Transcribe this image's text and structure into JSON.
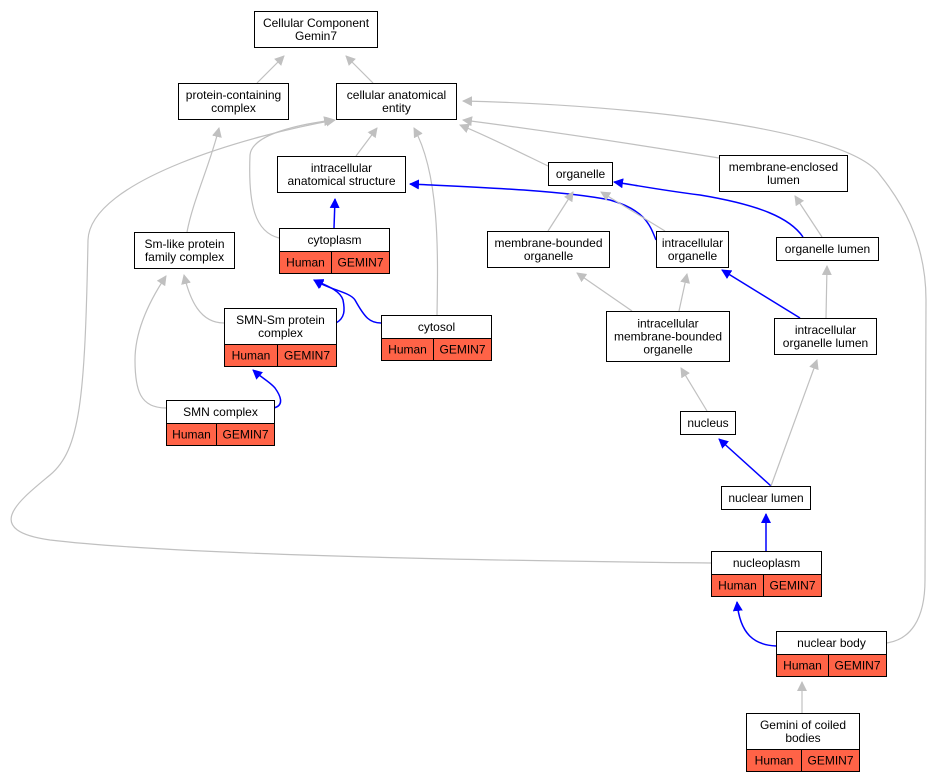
{
  "title": "Cellular Component Gemin7",
  "colors": {
    "edge_gray": "#c0c0c0",
    "edge_blue": "#0000ff",
    "annotation_fill": "#ff6347",
    "node_border": "#000000",
    "node_fill": "#ffffff"
  },
  "nodes": {
    "root": {
      "lines": [
        "Cellular Component",
        "Gemin7"
      ]
    },
    "pcc": {
      "lines": [
        "protein-containing",
        "complex"
      ]
    },
    "cae": {
      "lines": [
        "cellular anatomical",
        "entity"
      ]
    },
    "ias": {
      "lines": [
        "intracellular",
        "anatomical structure"
      ]
    },
    "org": {
      "lines": [
        "organelle"
      ]
    },
    "mel": {
      "lines": [
        "membrane-enclosed",
        "lumen"
      ]
    },
    "smlike": {
      "lines": [
        "Sm-like protein",
        "family complex"
      ]
    },
    "cytoplasm": {
      "lines": [
        "cytoplasm"
      ],
      "annotation": [
        "Human",
        "GEMIN7"
      ]
    },
    "mbo": {
      "lines": [
        "membrane-bounded",
        "organelle"
      ]
    },
    "io": {
      "lines": [
        "intracellular",
        "organelle"
      ]
    },
    "ol": {
      "lines": [
        "organelle lumen"
      ]
    },
    "smnsm": {
      "lines": [
        "SMN-Sm protein",
        "complex"
      ],
      "annotation": [
        "Human",
        "GEMIN7"
      ]
    },
    "cytosol": {
      "lines": [
        "cytosol"
      ],
      "annotation": [
        "Human",
        "GEMIN7"
      ]
    },
    "imbo": {
      "lines": [
        "intracellular",
        "membrane-bounded",
        "organelle"
      ]
    },
    "iol": {
      "lines": [
        "intracellular",
        "organelle lumen"
      ]
    },
    "smn": {
      "lines": [
        "SMN complex"
      ],
      "annotation": [
        "Human",
        "GEMIN7"
      ]
    },
    "nucleus": {
      "lines": [
        "nucleus"
      ]
    },
    "nl": {
      "lines": [
        "nuclear lumen"
      ]
    },
    "np": {
      "lines": [
        "nucleoplasm"
      ],
      "annotation": [
        "Human",
        "GEMIN7"
      ]
    },
    "nb": {
      "lines": [
        "nuclear body"
      ],
      "annotation": [
        "Human",
        "GEMIN7"
      ]
    },
    "gcb": {
      "lines": [
        "Gemini of coiled",
        "bodies"
      ],
      "annotation": [
        "Human",
        "GEMIN7"
      ]
    }
  },
  "edges": [
    {
      "from": "pcc",
      "to": "root",
      "kind": "is_a"
    },
    {
      "from": "cae",
      "to": "root",
      "kind": "is_a"
    },
    {
      "from": "smlike",
      "to": "pcc",
      "kind": "is_a"
    },
    {
      "from": "ias",
      "to": "cae",
      "kind": "is_a"
    },
    {
      "from": "cytoplasm",
      "to": "cae",
      "kind": "is_a"
    },
    {
      "from": "cytosol",
      "to": "cae",
      "kind": "is_a"
    },
    {
      "from": "org",
      "to": "cae",
      "kind": "is_a"
    },
    {
      "from": "mel",
      "to": "cae",
      "kind": "is_a"
    },
    {
      "from": "np",
      "to": "cae",
      "kind": "is_a"
    },
    {
      "from": "nb",
      "to": "cae",
      "kind": "is_a"
    },
    {
      "from": "cytoplasm",
      "to": "ias",
      "kind": "part_of"
    },
    {
      "from": "io",
      "to": "ias",
      "kind": "part_of"
    },
    {
      "from": "smnsm",
      "to": "smlike",
      "kind": "is_a"
    },
    {
      "from": "smn",
      "to": "smlike",
      "kind": "is_a"
    },
    {
      "from": "smnsm",
      "to": "cytoplasm",
      "kind": "part_of"
    },
    {
      "from": "cytosol",
      "to": "cytoplasm",
      "kind": "part_of"
    },
    {
      "from": "smn",
      "to": "smnsm",
      "kind": "part_of"
    },
    {
      "from": "mbo",
      "to": "org",
      "kind": "is_a"
    },
    {
      "from": "io",
      "to": "org",
      "kind": "is_a"
    },
    {
      "from": "ol",
      "to": "org",
      "kind": "part_of"
    },
    {
      "from": "ol",
      "to": "mel",
      "kind": "is_a"
    },
    {
      "from": "imbo",
      "to": "mbo",
      "kind": "is_a"
    },
    {
      "from": "imbo",
      "to": "io",
      "kind": "is_a"
    },
    {
      "from": "iol",
      "to": "io",
      "kind": "part_of"
    },
    {
      "from": "iol",
      "to": "ol",
      "kind": "is_a"
    },
    {
      "from": "nucleus",
      "to": "imbo",
      "kind": "is_a"
    },
    {
      "from": "nl",
      "to": "nucleus",
      "kind": "part_of"
    },
    {
      "from": "nl",
      "to": "iol",
      "kind": "is_a"
    },
    {
      "from": "np",
      "to": "nl",
      "kind": "part_of"
    },
    {
      "from": "nb",
      "to": "np",
      "kind": "part_of"
    },
    {
      "from": "gcb",
      "to": "nb",
      "kind": "is_a"
    }
  ]
}
